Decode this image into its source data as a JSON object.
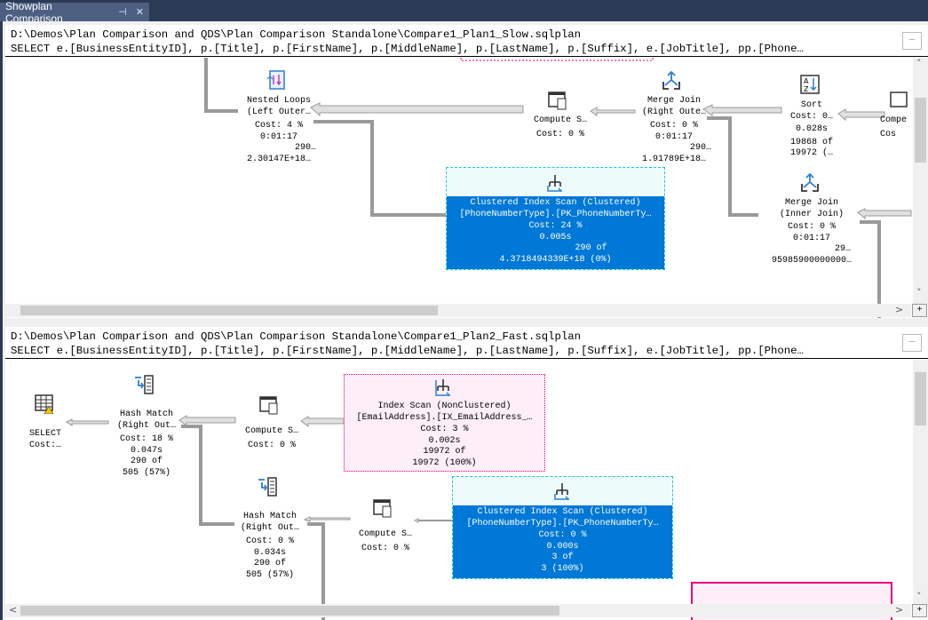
{
  "tab": {
    "title": "Showplan Comparison",
    "pin_icon": "pin-icon",
    "close_icon": "close-icon"
  },
  "top": {
    "path": "D:\\Demos\\Plan Comparison and QDS\\Plan Comparison Standalone\\Compare1_Plan1_Slow.sqlplan",
    "query": "SELECT e.[BusinessEntityID], p.[Title], p.[FirstName], p.[MiddleName], p.[LastName], p.[Suffix], e.[JobTitle], pp.[Phone…",
    "min": "_",
    "nodes": {
      "nested": [
        "Nested Loops",
        "(Left Outer…",
        "Cost: 4 %",
        "0:01:17",
        "290…",
        "2.30147E+18…"
      ],
      "compute": [
        "Compute S…",
        "Cost: 0 %"
      ],
      "merge1": [
        "Merge Join",
        "(Right Oute…",
        "Cost: 0 %",
        "0:01:17",
        "290…",
        "1.91789E+18…"
      ],
      "sort": [
        "Sort",
        "Cost: 0…",
        "0.028s",
        "19868 of",
        "19972 (…"
      ],
      "compute_cut": [
        "Compe",
        "Cos"
      ],
      "clustered": [
        "Clustered Index Scan (Clustered)",
        "[PhoneNumberType].[PK_PhoneNumberTy…",
        "Cost: 24 %",
        "0.005s",
        "290 of",
        "4.3718494339E+18 (0%)"
      ],
      "merge2": [
        "Merge Join",
        "(Inner Join)",
        "Cost: 0 %",
        "0:01:17",
        "29…",
        "95985900000000…"
      ]
    }
  },
  "bottom": {
    "path": "D:\\Demos\\Plan Comparison and QDS\\Plan Comparison Standalone\\Compare1_Plan2_Fast.sqlplan",
    "query": "SELECT e.[BusinessEntityID], p.[Title], p.[FirstName], p.[MiddleName], p.[LastName], p.[Suffix], e.[JobTitle], pp.[Phone…",
    "min": "_",
    "nodes": {
      "select": [
        "SELECT",
        "Cost:…"
      ],
      "hash1": [
        "Hash Match",
        "(Right Out…",
        "Cost: 18 %",
        "0.047s",
        "290 of",
        "505 (57%)"
      ],
      "compute1": [
        "Compute S…",
        "Cost: 0 %"
      ],
      "indexscan": [
        "Index Scan (NonClustered)",
        "[EmailAddress].[IX_EmailAddress_…",
        "Cost: 3 %",
        "0.002s",
        "19972 of",
        "19972 (100%)"
      ],
      "hash2": [
        "Hash Match",
        "(Right Out…",
        "Cost: 0 %",
        "0.034s",
        "290 of",
        "505 (57%)"
      ],
      "compute2": [
        "Compute S…",
        "Cost: 0 %"
      ],
      "clustered": [
        "Clustered Index Scan (Clustered)",
        "[PhoneNumberType].[PK_PhoneNumberTy…",
        "Cost: 0 %",
        "0.000s",
        "3 of",
        "3 (100%)"
      ]
    }
  },
  "colors": {
    "selected_blue": "#0078d7",
    "match_cyan": "#1fc9c9",
    "match_pink": "#e6007e",
    "pink_fill": "#fdeef8",
    "cyan_fill": "#eefbfb"
  },
  "scroll": {
    "up": "˄",
    "down": "˅",
    "left": "<",
    "right": ">",
    "plus": "+"
  }
}
